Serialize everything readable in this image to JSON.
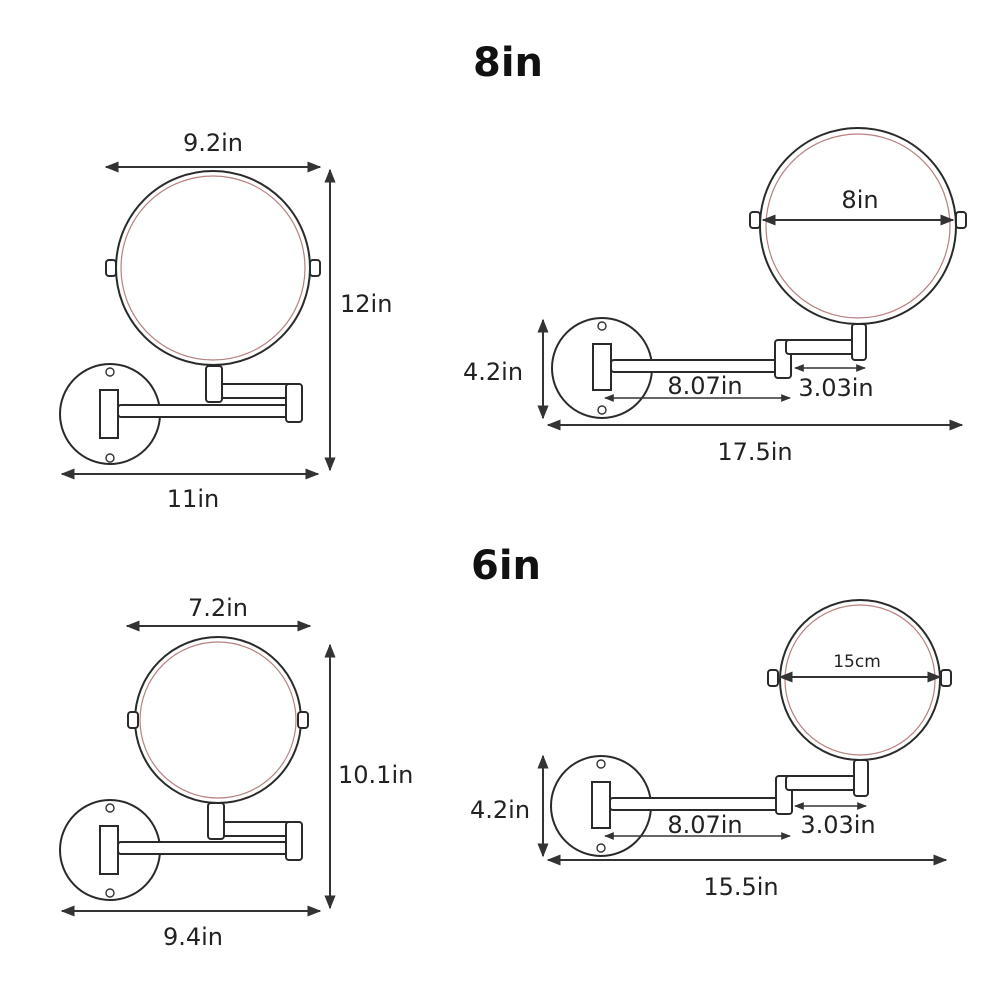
{
  "sections": [
    {
      "title": "8in",
      "front": {
        "width": "9.2in",
        "height": "12in",
        "base_width": "11in"
      },
      "side": {
        "diameter": "8in",
        "wall_height": "4.2in",
        "long_arm": "8.07in",
        "short_arm": "3.03in",
        "total_extension": "17.5in"
      }
    },
    {
      "title": "6in",
      "front": {
        "width": "7.2in",
        "height": "10.1in",
        "base_width": "9.4in"
      },
      "side": {
        "diameter": "15cm",
        "wall_height": "4.2in",
        "long_arm": "8.07in",
        "short_arm": "3.03in",
        "total_extension": "15.5in"
      }
    }
  ]
}
